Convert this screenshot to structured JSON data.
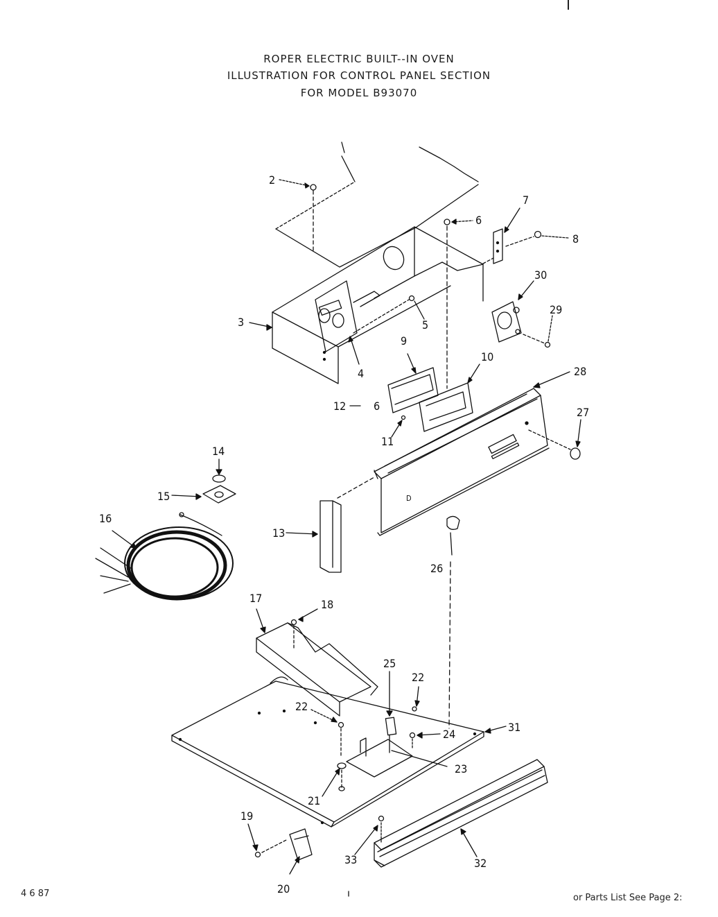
{
  "header": {
    "line1": "ROPER ELECTRIC BUILT--IN OVEN",
    "line2": "ILLUSTRATION FOR CONTROL PANEL SECTION",
    "line3": "FOR MODEL B93070"
  },
  "footer": {
    "date_code": "4 6 87",
    "page_note": "or Parts List See Page 2:"
  },
  "callouts": {
    "c2": "2",
    "c3": "3",
    "c4": "4",
    "c5": "5",
    "c6": "6",
    "c6b": "6",
    "c7": "7",
    "c8": "8",
    "c9": "9",
    "c10": "10",
    "c11": "11",
    "c12": "12",
    "c13": "13",
    "c14": "14",
    "c15": "15",
    "c16": "16",
    "c17": "17",
    "c18": "18",
    "c19": "19",
    "c20": "20",
    "c21": "21",
    "c22a": "22",
    "c22b": "22",
    "c23": "23",
    "c24": "24",
    "c25": "25",
    "c26": "26",
    "c27": "27",
    "c28": "28",
    "c29": "29",
    "c30": "30",
    "c31": "31",
    "c32": "32",
    "c33": "33"
  }
}
